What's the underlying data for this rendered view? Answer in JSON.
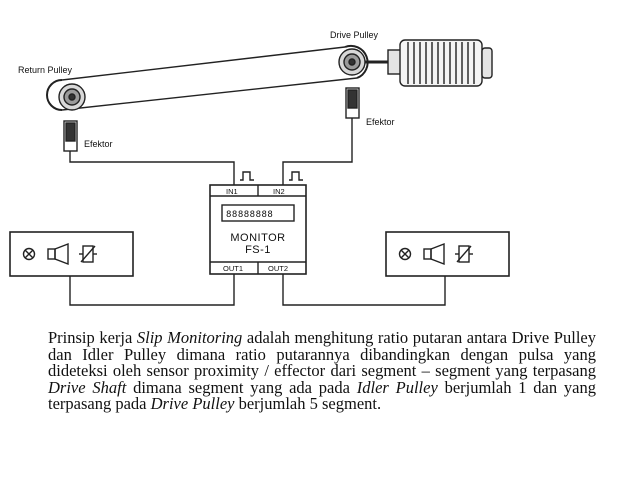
{
  "diagram": {
    "labels": {
      "drive_pulley": "Drive Pulley",
      "return_pulley": "Return Pulley",
      "efektor_left": "Efektor",
      "efektor_right": "Efektor"
    },
    "monitor": {
      "in1": "IN1",
      "in2": "IN2",
      "display": "88888888",
      "title": "MONITOR",
      "model": "FS-1",
      "out1": "OUT1",
      "out2": "OUT2"
    }
  },
  "caption": {
    "t1": "Prinsip kerja ",
    "i1": "Slip Monitoring",
    "t2": " adalah menghitung ratio putaran antara Drive Pulley dan Idler Pulley dimana ratio putarannya dibandingkan dengan pulsa yang dideteksi oleh sensor proximity / effector dari segment – segment yang terpasang ",
    "i2": "Drive Shaft",
    "t3": " dimana segment yang ada pada ",
    "i3": "Idler Pulley",
    "t4": " berjumlah 1 dan yang terpasang pada ",
    "i4": "Drive Pulley",
    "t5": " berjumlah 5 segment."
  }
}
